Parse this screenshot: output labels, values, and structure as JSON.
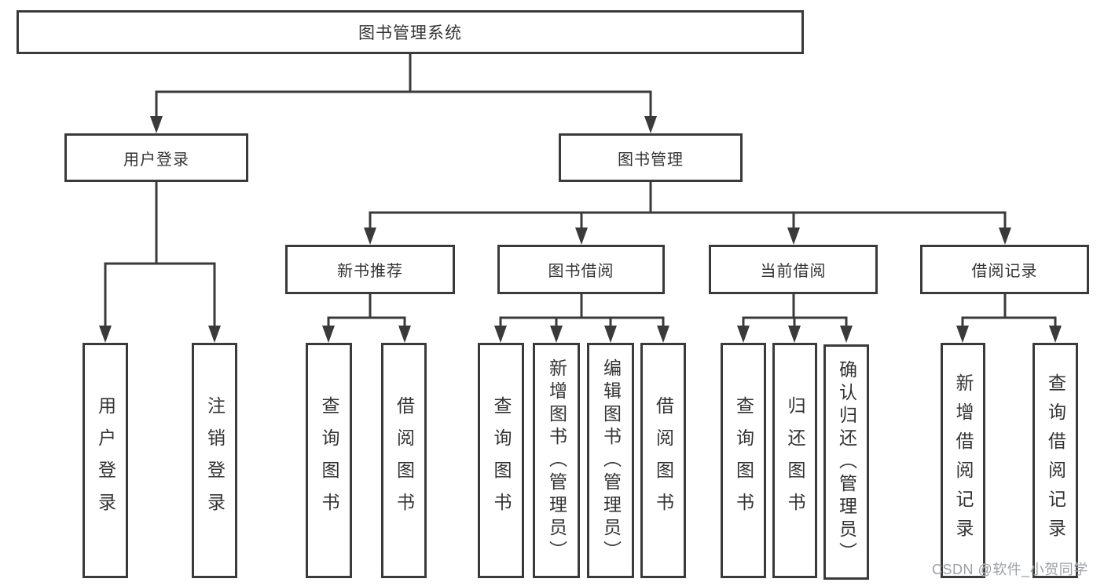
{
  "page": {
    "background": "#ffffff",
    "line_color": "#3a3a3a",
    "text_color": "#333333"
  },
  "tree": {
    "root": {
      "label": "图书管理系统"
    },
    "branches": [
      {
        "label": "用户登录",
        "children": [
          {
            "label": "用户登录"
          },
          {
            "label": "注销登录"
          }
        ]
      },
      {
        "label": "图书管理",
        "children": [
          {
            "label": "新书推荐",
            "children": [
              {
                "label": "查询图书"
              },
              {
                "label": "借阅图书"
              }
            ]
          },
          {
            "label": "图书借阅",
            "children": [
              {
                "label": "查询图书"
              },
              {
                "label": "新增图书（管理员）"
              },
              {
                "label": "编辑图书（管理员）"
              },
              {
                "label": "借阅图书"
              }
            ]
          },
          {
            "label": "当前借阅",
            "children": [
              {
                "label": "查询图书"
              },
              {
                "label": "归还图书"
              },
              {
                "label": "确认归还（管理员）"
              }
            ]
          },
          {
            "label": "借阅记录",
            "children": [
              {
                "label": "新增借阅记录"
              },
              {
                "label": "查询借阅记录"
              }
            ]
          }
        ]
      }
    ]
  },
  "watermark": {
    "text": "CSDN @软件_小贺同学",
    "color": "#9da0a6"
  }
}
